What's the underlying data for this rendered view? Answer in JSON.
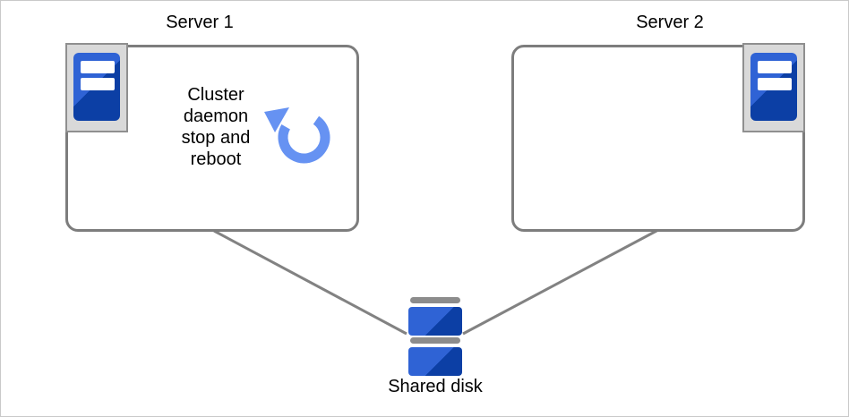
{
  "colors": {
    "canvas_border": "#c9c9c9",
    "node_border": "#7d7d7d",
    "connector": "#828282",
    "chip_bg": "#d9d9d9",
    "chip_border": "#8f8f8f",
    "blue_light": "#2f63d5",
    "blue_dark": "#0c3fa5",
    "reboot_arrow": "#6692f2",
    "disk_cap": "#8c8c8c",
    "text": "#000000"
  },
  "nodes": {
    "server1": {
      "label": "Server 1",
      "annotation_lines": [
        "Cluster",
        "daemon",
        "stop and",
        "reboot"
      ]
    },
    "server2": {
      "label": "Server 2"
    },
    "shared_disk": {
      "label": "Shared disk"
    }
  },
  "icons": {
    "server1_icon": "server-icon",
    "server2_icon": "server-icon",
    "reboot_icon": "reboot-circular-arrow-icon",
    "shared_disk_icon": "disk-stack-icon"
  }
}
